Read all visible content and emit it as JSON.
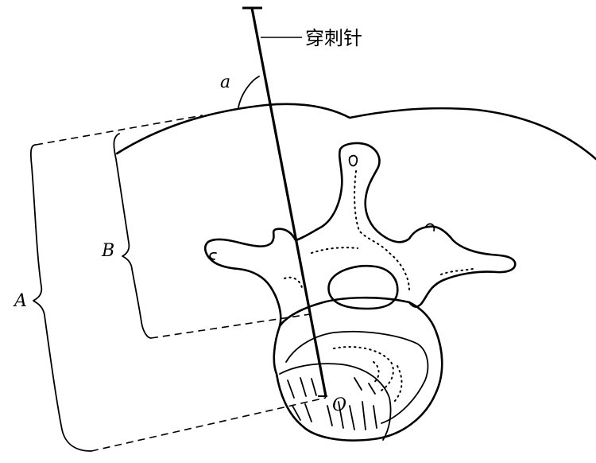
{
  "diagram": {
    "needle_label": "穿刺针",
    "angle_label": "a",
    "label_A": "A",
    "label_B": "B",
    "label_O": "O"
  }
}
